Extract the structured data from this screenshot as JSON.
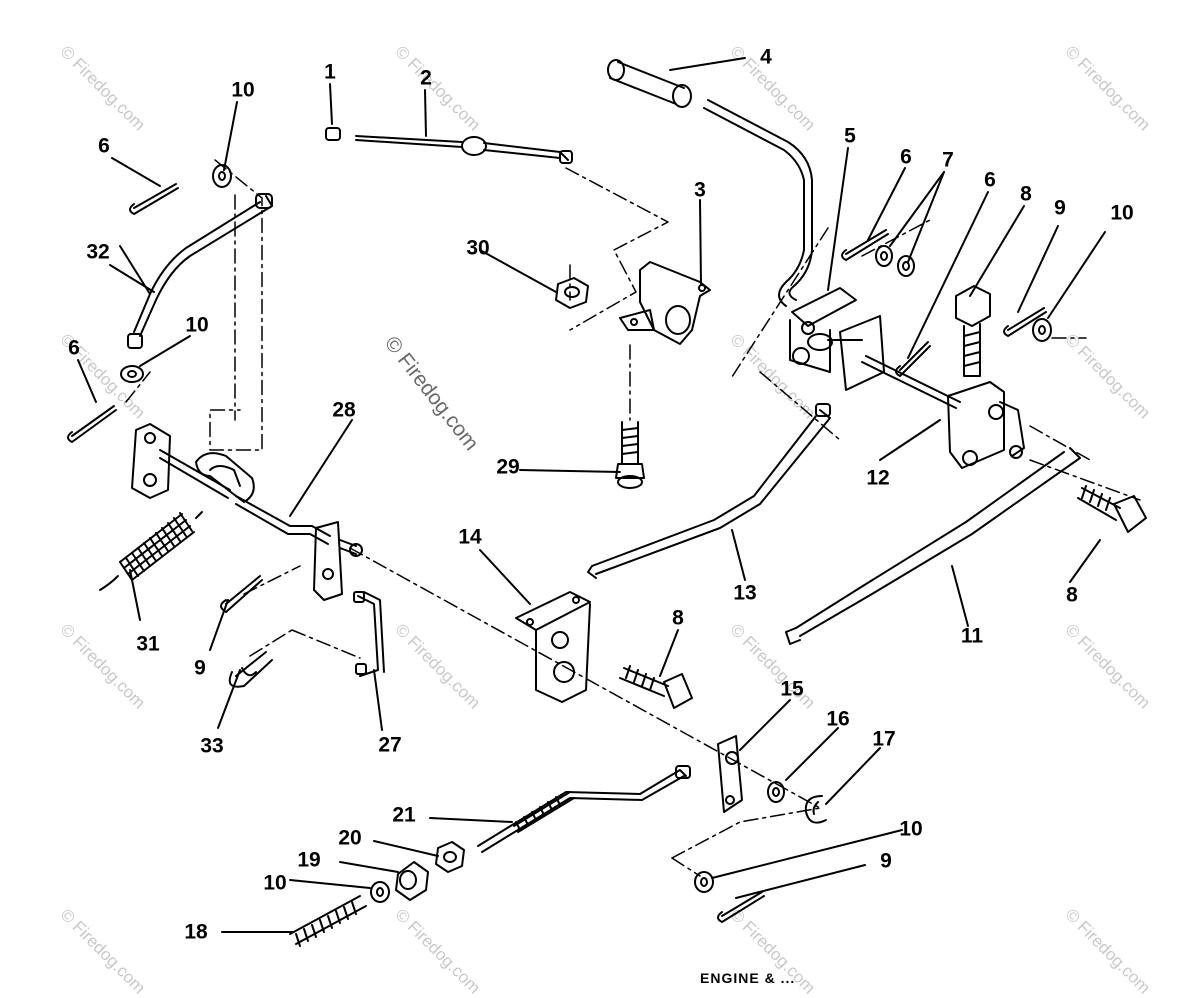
{
  "watermark": {
    "text": "© Firedog.com"
  },
  "center_watermark": {
    "text": "© Firedog.com"
  },
  "footer": {
    "text": "ENGINE & ..."
  },
  "callouts": [
    {
      "id": "c1",
      "label": "1"
    },
    {
      "id": "c2",
      "label": "2"
    },
    {
      "id": "c3",
      "label": "3"
    },
    {
      "id": "c4",
      "label": "4"
    },
    {
      "id": "c5",
      "label": "5"
    },
    {
      "id": "c6a",
      "label": "6"
    },
    {
      "id": "c6b",
      "label": "6"
    },
    {
      "id": "c6c",
      "label": "6"
    },
    {
      "id": "c6d",
      "label": "6"
    },
    {
      "id": "c7",
      "label": "7"
    },
    {
      "id": "c8a",
      "label": "8"
    },
    {
      "id": "c8b",
      "label": "8"
    },
    {
      "id": "c8c",
      "label": "8"
    },
    {
      "id": "c9a",
      "label": "9"
    },
    {
      "id": "c9b",
      "label": "9"
    },
    {
      "id": "c9c",
      "label": "9"
    },
    {
      "id": "c10a",
      "label": "10"
    },
    {
      "id": "c10b",
      "label": "10"
    },
    {
      "id": "c10c",
      "label": "10"
    },
    {
      "id": "c10d",
      "label": "10"
    },
    {
      "id": "c10e",
      "label": "10"
    },
    {
      "id": "c11",
      "label": "11"
    },
    {
      "id": "c12",
      "label": "12"
    },
    {
      "id": "c13",
      "label": "13"
    },
    {
      "id": "c14",
      "label": "14"
    },
    {
      "id": "c15",
      "label": "15"
    },
    {
      "id": "c16",
      "label": "16"
    },
    {
      "id": "c17",
      "label": "17"
    },
    {
      "id": "c18",
      "label": "18"
    },
    {
      "id": "c19",
      "label": "19"
    },
    {
      "id": "c20",
      "label": "20"
    },
    {
      "id": "c21",
      "label": "21"
    },
    {
      "id": "c27",
      "label": "27"
    },
    {
      "id": "c28",
      "label": "28"
    },
    {
      "id": "c29",
      "label": "29"
    },
    {
      "id": "c30",
      "label": "30"
    },
    {
      "id": "c31",
      "label": "31"
    },
    {
      "id": "c32",
      "label": "32"
    },
    {
      "id": "c33",
      "label": "33"
    }
  ]
}
